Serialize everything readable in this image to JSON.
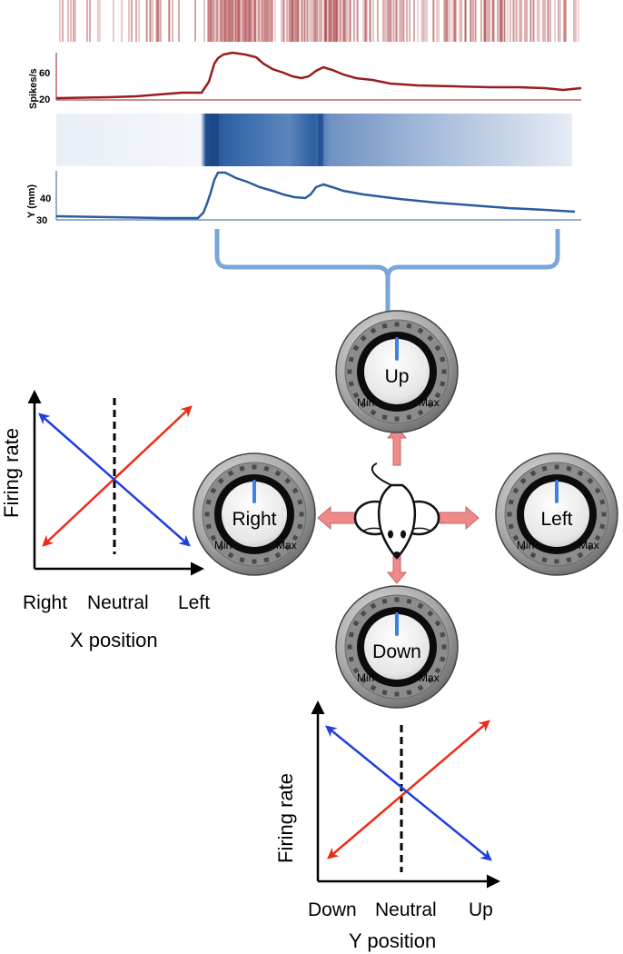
{
  "colors": {
    "spike_red": "#9b1c1f",
    "heat_blue": "#1e4f91",
    "position_blue": "#2b5ca0",
    "bracket_blue": "#7aa6d8",
    "arrow_red": "#ef2b14",
    "arrow_blue": "#1f3fe0",
    "pad_arrow_pink": "#f0898a"
  },
  "raster": {
    "description_icon": "spike-raster"
  },
  "rate_panel": {
    "ylabel": "Spikes/s",
    "ticks": [
      "60",
      "20"
    ]
  },
  "position_panel": {
    "ylabel": "Y (mm)",
    "ticks": [
      "40",
      "30"
    ]
  },
  "knobs": {
    "up": {
      "label": "Up",
      "min": "Min",
      "max": "Max",
      "level": 0.5
    },
    "right": {
      "label": "Right",
      "min": "Min",
      "max": "Max",
      "level": 0.5
    },
    "left": {
      "label": "Left",
      "min": "Min",
      "max": "Max",
      "level": 0.5
    },
    "down": {
      "label": "Down",
      "min": "Min",
      "max": "Max",
      "level": 0.5
    }
  },
  "mouse": {
    "icon": "mouse-icon"
  },
  "x_plot": {
    "ylabel": "Firing rate",
    "xlabel": "X position",
    "ticks": [
      "Right",
      "Neutral",
      "Left"
    ]
  },
  "y_plot": {
    "ylabel": "Firing rate",
    "xlabel": "Y position",
    "ticks": [
      "Down",
      "Neutral",
      "Up"
    ]
  }
}
